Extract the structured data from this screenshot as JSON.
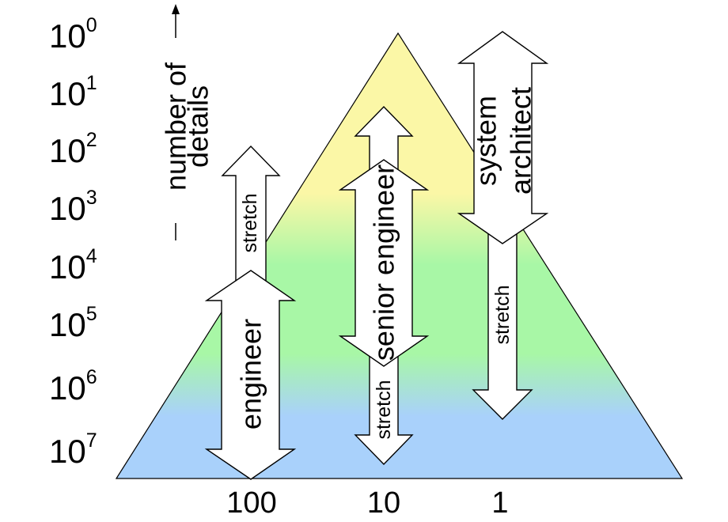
{
  "y_axis": {
    "base": "10",
    "exponents": [
      "0",
      "1",
      "2",
      "3",
      "4",
      "5",
      "6",
      "7"
    ],
    "label_line1": "number of",
    "label_line2": "details"
  },
  "x_axis": {
    "labels": [
      "100",
      "10",
      "1"
    ]
  },
  "arrows": {
    "engineer": {
      "label": "engineer",
      "stretch_label": "stretch"
    },
    "senior_engineer": {
      "label": "senior engineer",
      "stretch_label": "stretch"
    },
    "system_architect": {
      "label_line1": "system",
      "label_line2": "architect",
      "stretch_label": "stretch"
    }
  },
  "colors": {
    "top": "#fbf7a6",
    "middle": "#a8f7a6",
    "bottom": "#a9d1fb",
    "arrow_fill": "#ffffff",
    "outline": "#000000"
  }
}
